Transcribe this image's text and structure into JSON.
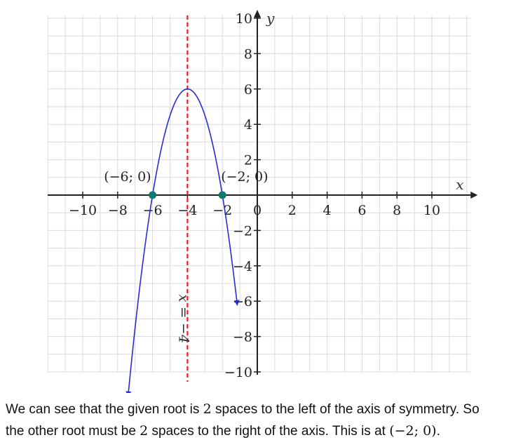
{
  "chart_data": {
    "type": "line",
    "title": "",
    "xlabel": "x",
    "ylabel": "y",
    "xlim": [
      -12,
      12.5
    ],
    "ylim": [
      -10.5,
      10
    ],
    "grid": true,
    "x_ticks": [
      -10,
      -8,
      -6,
      -4,
      -2,
      0,
      2,
      4,
      6,
      8,
      10
    ],
    "x_tick_labels": [
      "−10",
      "−8",
      "−6",
      "−4",
      "−2",
      "0",
      "2",
      "4",
      "6",
      "8",
      "10"
    ],
    "y_ticks": [
      10,
      8,
      6,
      4,
      2,
      -2,
      -4,
      -6,
      -8,
      -10
    ],
    "y_tick_labels": [
      "10",
      "8",
      "6",
      "4",
      "2",
      "−2",
      "−4",
      "−6",
      "−8",
      "−10"
    ],
    "series": [
      {
        "function": "y = -1.5(x + 4)^2 + 6",
        "color": "#2b2bd6",
        "x_start": -7.4,
        "x_end": -1.15,
        "vertex": [
          -4,
          6
        ]
      }
    ],
    "axis_of_symmetry": {
      "x": -4,
      "label": "x = −4",
      "color": "#e8202a"
    },
    "points": [
      {
        "x": -6,
        "y": 0,
        "label": "(−6; 0)",
        "color": "#0f7a6e"
      },
      {
        "x": -2,
        "y": 0,
        "label": "(−2; 0)",
        "color": "#0f7a6e"
      }
    ]
  },
  "caption": {
    "line1_prefix": "We can see that the given root is ",
    "line1_num": "2",
    "line1_suffix": " spaces to the left of the axis of symmetry. So",
    "line2_prefix": "the other root must be ",
    "line2_num": "2",
    "line2_mid": " spaces to the right of the axis. This is at ",
    "line2_point": "(−2; 0)",
    "line2_end": "."
  }
}
